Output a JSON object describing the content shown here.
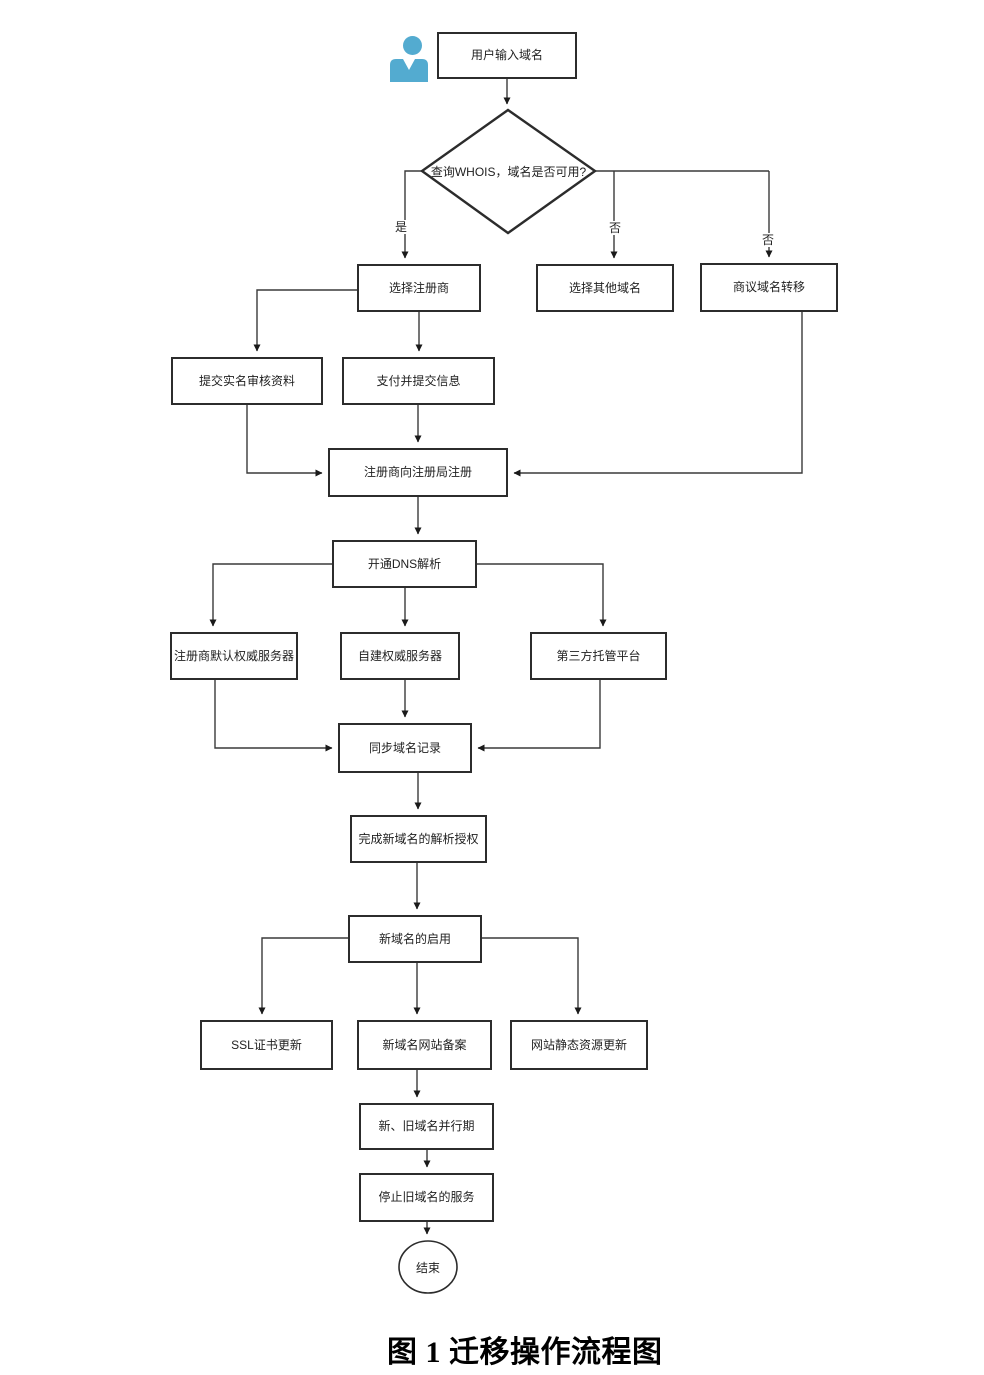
{
  "page": {
    "caption": "图 1 迁移操作流程图",
    "background": "#ffffff"
  },
  "colors": {
    "line": "#3a3a3a",
    "arrow": "#1a1a1a",
    "box_border": "#2c2c2c",
    "text": "#1f1f1f",
    "person_icon_blue": "#53abd0"
  },
  "icons": {
    "person": "user-person-icon"
  },
  "flowchart": {
    "nodes": [
      {
        "id": "user-input",
        "type": "process",
        "label": "用户输入域名"
      },
      {
        "id": "whois-decision",
        "type": "decision",
        "label": "查询WHOIS，域名是否可用?"
      },
      {
        "id": "choose-registrar",
        "type": "process",
        "label": "选择注册商"
      },
      {
        "id": "choose-other-domain",
        "type": "process",
        "label": "选择其他域名"
      },
      {
        "id": "negotiate-transfer",
        "type": "process",
        "label": "商议域名转移"
      },
      {
        "id": "submit-realname",
        "type": "process",
        "label": "提交实名审核资料"
      },
      {
        "id": "pay-submit",
        "type": "process",
        "label": "支付并提交信息"
      },
      {
        "id": "register-registry",
        "type": "process",
        "label": "注册商向注册局注册"
      },
      {
        "id": "dns-enable",
        "type": "process",
        "label": "开通DNS解析"
      },
      {
        "id": "registrar-default-ns",
        "type": "process",
        "label": "注册商默认权威服务器"
      },
      {
        "id": "self-built-ns",
        "type": "process",
        "label": "自建权威服务器"
      },
      {
        "id": "third-party-platform",
        "type": "process",
        "label": "第三方托管平台"
      },
      {
        "id": "sync-records",
        "type": "process",
        "label": "同步域名记录"
      },
      {
        "id": "complete-auth",
        "type": "process",
        "label": "完成新域名的解析授权"
      },
      {
        "id": "activate-new-domain",
        "type": "process",
        "label": "新域名的启用"
      },
      {
        "id": "ssl-update",
        "type": "process",
        "label": "SSL证书更新"
      },
      {
        "id": "website-filing",
        "type": "process",
        "label": "新域名网站备案"
      },
      {
        "id": "static-resource-update",
        "type": "process",
        "label": "网站静态资源更新"
      },
      {
        "id": "parallel-period",
        "type": "process",
        "label": "新、旧域名并行期"
      },
      {
        "id": "stop-old-service",
        "type": "process",
        "label": "停止旧域名的服务"
      },
      {
        "id": "end",
        "type": "terminal",
        "label": "结束"
      }
    ],
    "edge_labels": [
      {
        "text": "是"
      },
      {
        "text": "否"
      },
      {
        "text": "否"
      }
    ],
    "edges": [
      {
        "from": "user-input",
        "to": "whois-decision"
      },
      {
        "from": "whois-decision",
        "to": "choose-registrar",
        "label": "是"
      },
      {
        "from": "whois-decision",
        "to": "choose-other-domain",
        "label": "否"
      },
      {
        "from": "whois-decision",
        "to": "negotiate-transfer",
        "label": "否"
      },
      {
        "from": "choose-registrar",
        "to": "submit-realname"
      },
      {
        "from": "choose-registrar",
        "to": "pay-submit"
      },
      {
        "from": "submit-realname",
        "to": "register-registry"
      },
      {
        "from": "pay-submit",
        "to": "register-registry"
      },
      {
        "from": "negotiate-transfer",
        "to": "register-registry"
      },
      {
        "from": "register-registry",
        "to": "dns-enable"
      },
      {
        "from": "dns-enable",
        "to": "registrar-default-ns"
      },
      {
        "from": "dns-enable",
        "to": "self-built-ns"
      },
      {
        "from": "dns-enable",
        "to": "third-party-platform"
      },
      {
        "from": "registrar-default-ns",
        "to": "sync-records"
      },
      {
        "from": "self-built-ns",
        "to": "sync-records"
      },
      {
        "from": "third-party-platform",
        "to": "sync-records"
      },
      {
        "from": "sync-records",
        "to": "complete-auth"
      },
      {
        "from": "complete-auth",
        "to": "activate-new-domain"
      },
      {
        "from": "activate-new-domain",
        "to": "ssl-update"
      },
      {
        "from": "activate-new-domain",
        "to": "website-filing"
      },
      {
        "from": "activate-new-domain",
        "to": "static-resource-update"
      },
      {
        "from": "website-filing",
        "to": "parallel-period"
      },
      {
        "from": "parallel-period",
        "to": "stop-old-service"
      },
      {
        "from": "stop-old-service",
        "to": "end"
      }
    ]
  }
}
